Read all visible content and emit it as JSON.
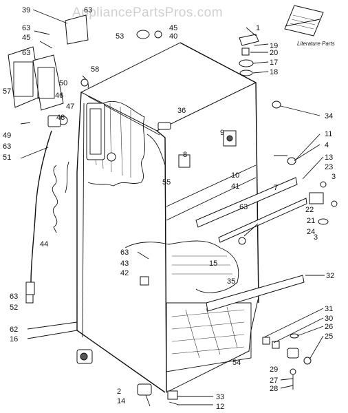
{
  "watermark": "AppliancePartsPros.com",
  "literature_label": "Literature Parts",
  "callouts": [
    {
      "id": "c39",
      "text": "39"
    },
    {
      "id": "c63a",
      "text": "63"
    },
    {
      "id": "c63b",
      "text": "63"
    },
    {
      "id": "c45a",
      "text": "45"
    },
    {
      "id": "c63c",
      "text": "63"
    },
    {
      "id": "c53",
      "text": "53"
    },
    {
      "id": "c40",
      "text": "40"
    },
    {
      "id": "c45b",
      "text": "45"
    },
    {
      "id": "c1",
      "text": "1"
    },
    {
      "id": "c19",
      "text": "19"
    },
    {
      "id": "c20",
      "text": "20"
    },
    {
      "id": "c17",
      "text": "17"
    },
    {
      "id": "c18",
      "text": "18"
    },
    {
      "id": "c58",
      "text": "58"
    },
    {
      "id": "c57",
      "text": "57"
    },
    {
      "id": "c50",
      "text": "50"
    },
    {
      "id": "c46",
      "text": "46"
    },
    {
      "id": "c47",
      "text": "47"
    },
    {
      "id": "c48",
      "text": "48"
    },
    {
      "id": "c49",
      "text": "49"
    },
    {
      "id": "c63d",
      "text": "63"
    },
    {
      "id": "c51",
      "text": "51"
    },
    {
      "id": "c36",
      "text": "36"
    },
    {
      "id": "c34",
      "text": "34"
    },
    {
      "id": "c9",
      "text": "9"
    },
    {
      "id": "c11",
      "text": "11"
    },
    {
      "id": "c4",
      "text": "4"
    },
    {
      "id": "c13",
      "text": "13"
    },
    {
      "id": "c23",
      "text": "23"
    },
    {
      "id": "c3a",
      "text": "3"
    },
    {
      "id": "c8",
      "text": "8"
    },
    {
      "id": "c10",
      "text": "10"
    },
    {
      "id": "c41",
      "text": "41"
    },
    {
      "id": "c7",
      "text": "7"
    },
    {
      "id": "c55",
      "text": "55"
    },
    {
      "id": "c63e",
      "text": "63"
    },
    {
      "id": "c22",
      "text": "22"
    },
    {
      "id": "c21",
      "text": "21"
    },
    {
      "id": "c24",
      "text": "24"
    },
    {
      "id": "c3b",
      "text": "3"
    },
    {
      "id": "c44",
      "text": "44"
    },
    {
      "id": "c15",
      "text": "15"
    },
    {
      "id": "c35",
      "text": "35"
    },
    {
      "id": "c63f",
      "text": "63"
    },
    {
      "id": "c43",
      "text": "43"
    },
    {
      "id": "c42",
      "text": "42"
    },
    {
      "id": "c32",
      "text": "32"
    },
    {
      "id": "c63g",
      "text": "63"
    },
    {
      "id": "c52",
      "text": "52"
    },
    {
      "id": "c62",
      "text": "62"
    },
    {
      "id": "c31",
      "text": "31"
    },
    {
      "id": "c30",
      "text": "30"
    },
    {
      "id": "c26",
      "text": "26"
    },
    {
      "id": "c25",
      "text": "25"
    },
    {
      "id": "c16",
      "text": "16"
    },
    {
      "id": "c54",
      "text": "54"
    },
    {
      "id": "c29",
      "text": "29"
    },
    {
      "id": "c27",
      "text": "27"
    },
    {
      "id": "c28",
      "text": "28"
    },
    {
      "id": "c2",
      "text": "2"
    },
    {
      "id": "c33",
      "text": "33"
    },
    {
      "id": "c14",
      "text": "14"
    },
    {
      "id": "c12",
      "text": "12"
    }
  ]
}
